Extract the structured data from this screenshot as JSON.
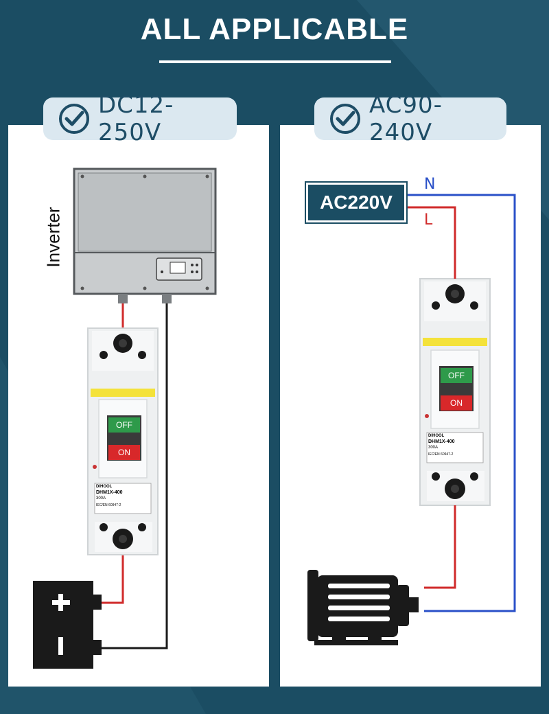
{
  "header": {
    "title": "ALL APPLICABLE"
  },
  "left_panel": {
    "badge_text": "DC12-250V",
    "inverter_label": "Inverter",
    "battery_plus": "+",
    "battery_minus": "-"
  },
  "right_panel": {
    "badge_text": "AC90-240V",
    "source_label": "AC220V",
    "wire_n_label": "N",
    "wire_l_label": "L"
  },
  "breaker": {
    "off_label": "OFF",
    "on_label": "ON",
    "brand": "DIHOOL",
    "model": "DHM1X-400",
    "rating": "300A",
    "standard": "IEC/EN 60947-2"
  },
  "colors": {
    "background": "#1b4d63",
    "badge": "#dbe8f0",
    "live_wire": "#d02a2a",
    "neutral_wire": "#2a50c8",
    "off_button": "#2e9a4a",
    "on_button": "#d8282a"
  }
}
